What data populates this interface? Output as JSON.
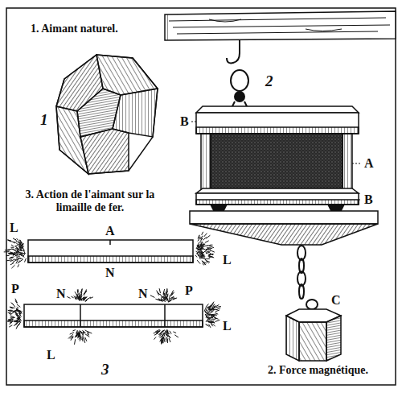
{
  "diagram": {
    "labels": [
      "1. Aimant naturel.",
      "2",
      "1",
      "3. Action de l'aimant sur la limaille de fer.",
      "B",
      "A",
      "B",
      "L",
      "A",
      "L",
      "N",
      "P",
      "N",
      "N",
      "P",
      "L",
      "L",
      "C",
      "3",
      "2. Force magnétique."
    ]
  }
}
